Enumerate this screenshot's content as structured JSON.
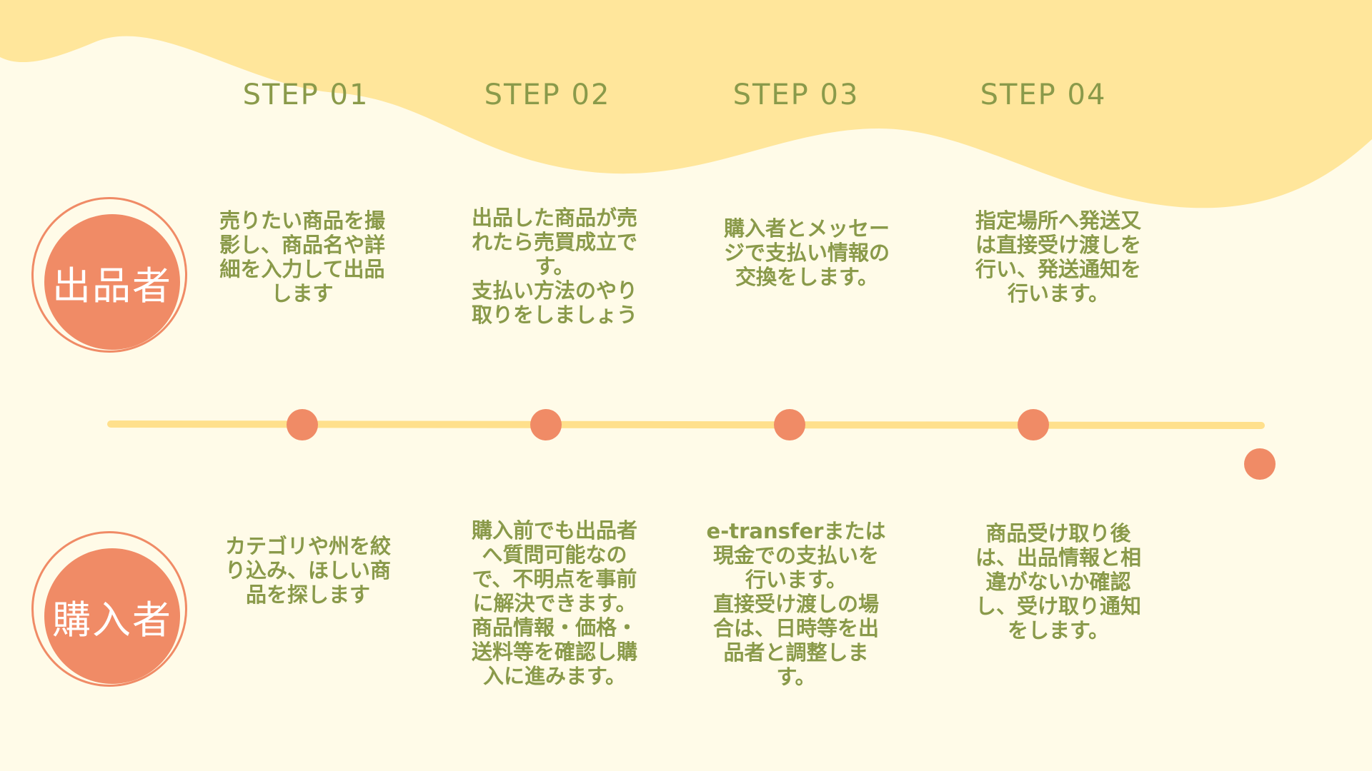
{
  "colors": {
    "background": "#fffbe8",
    "wave": "#ffe69b",
    "accent": "#f08b66",
    "timeline": "#ffe08c",
    "text": "#8a9a4a"
  },
  "steps": [
    {
      "label": "STEP 01"
    },
    {
      "label": "STEP 02"
    },
    {
      "label": "STEP 03"
    },
    {
      "label": "STEP 04"
    }
  ],
  "seller": {
    "role": "出品者",
    "descriptions": [
      "売りたい商品を撮\n影し、商品名や詳\n細を入力して出品\nします",
      "出品した商品が売\nれたら売買成立で\nす。\n支払い方法のやり\n取りをしましょう",
      "購入者とメッセー\nジで支払い情報の\n交換をします。",
      "指定場所へ発送又\nは直接受け渡しを\n行い、発送通知を\n行います。"
    ]
  },
  "buyer": {
    "role": "購入者",
    "descriptions": [
      "カテゴリや州を絞\nり込み、ほしい商\n品を探します",
      "購入前でも出品者\nへ質問可能なの\nで、不明点を事前\nに解決できます。\n商品情報・価格・\n送料等を確認し購\n入に進みます。",
      "e-transferまたは\n現金での支払いを\n行います。\n直接受け渡しの場\n合は、日時等を出\n品者と調整しま\nす。",
      "商品受け取り後\nは、出品情報と相\n違がないか確認\nし、受け取り通知\nをします。"
    ]
  }
}
